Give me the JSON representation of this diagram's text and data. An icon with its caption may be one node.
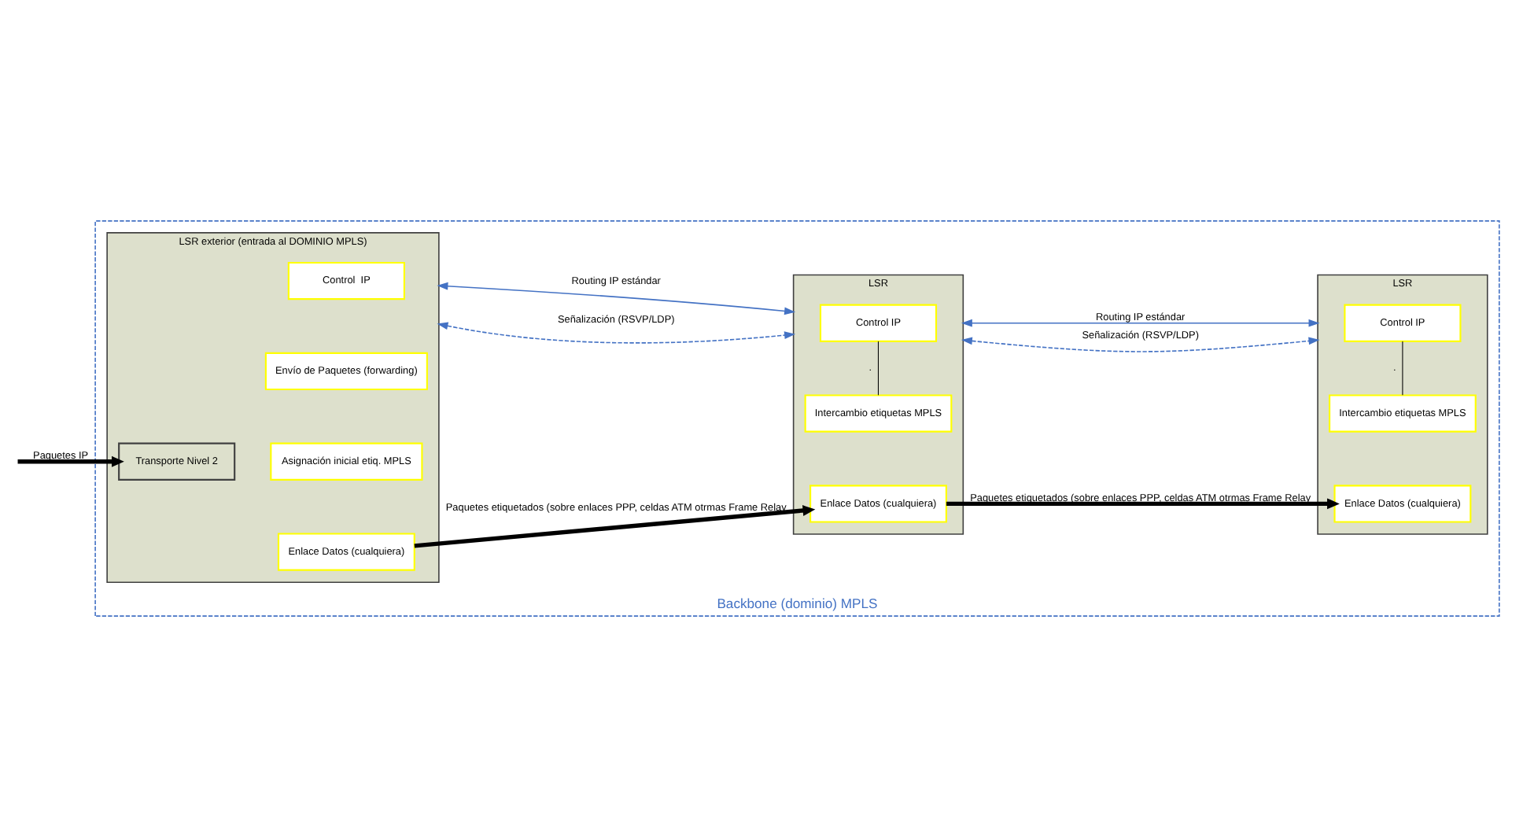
{
  "diagram": {
    "nodes": [
      {
        "text": [
          "Backbone (dominio) MPLS"
        ]
      },
      {
        "text": [
          "LSR exterior (entrada al DOMINIO MPLS)"
        ],
        "in": 0
      },
      {
        "text": [
          "Control  IP"
        ],
        "in": 1
      },
      {
        "text": [
          "Envío de Paquetes (forwarding)"
        ],
        "in": 1
      },
      {
        "text": [
          "Transporte Nivel 2"
        ],
        "in": 1
      },
      {
        "text": [
          "Asignación inicial etiq. MPLS"
        ],
        "in": 1
      },
      {
        "text": [
          "Enlace Datos (cualquiera)"
        ],
        "in": 1
      },
      {
        "text": [
          "LSR"
        ],
        "in": 0
      },
      {
        "text": [
          "Control IP"
        ],
        "in": 7
      },
      {
        "text": [
          "Intercambio etiquetas MPLS"
        ],
        "in": 7
      },
      {
        "text": [
          "Enlace Datos (cualquiera)"
        ],
        "in": 7
      },
      {
        "text": [
          "LSR"
        ],
        "in": 0
      },
      {
        "text": [
          "Control IP"
        ],
        "in": 11
      },
      {
        "text": [
          "Intercambio etiquetas MPLS"
        ],
        "in": 11
      },
      {
        "text": [
          "Enlace Datos (cualquiera)"
        ],
        "in": 11
      }
    ],
    "edges": [
      {
        "from": null,
        "to": 4,
        "arrow": "to",
        "label": "Paquetes IP",
        "style": "thick"
      },
      {
        "from": 1,
        "to": 7,
        "arrow": "both",
        "label": "Routing IP estándar",
        "color": "#4472c4"
      },
      {
        "from": 1,
        "to": 7,
        "arrow": "both",
        "label": "Señalización (RSVP/LDP)",
        "style": "dashed",
        "color": "#4472c4"
      },
      {
        "from": 7,
        "to": 11,
        "arrow": "both",
        "label": "Routing IP estándar",
        "color": "#4472c4"
      },
      {
        "from": 7,
        "to": 11,
        "arrow": "both",
        "label": "Señalización (RSVP/LDP)",
        "style": "dashed",
        "color": "#4472c4"
      },
      {
        "from": 8,
        "to": 9,
        "arrow": "none",
        "label": "."
      },
      {
        "from": 12,
        "to": 13,
        "arrow": "none",
        "label": "."
      },
      {
        "from": 6,
        "to": 10,
        "arrow": "to",
        "label": "Paquetes etiquetados (sobre enlaces PPP, celdas ATM otrmas Frame Relay",
        "style": "thick"
      },
      {
        "from": 10,
        "to": 14,
        "arrow": "to",
        "label": "Paquetes etiquetados (sobre enlaces PPP, celdas ATM otrmas Frame Relay",
        "style": "thick"
      }
    ]
  }
}
